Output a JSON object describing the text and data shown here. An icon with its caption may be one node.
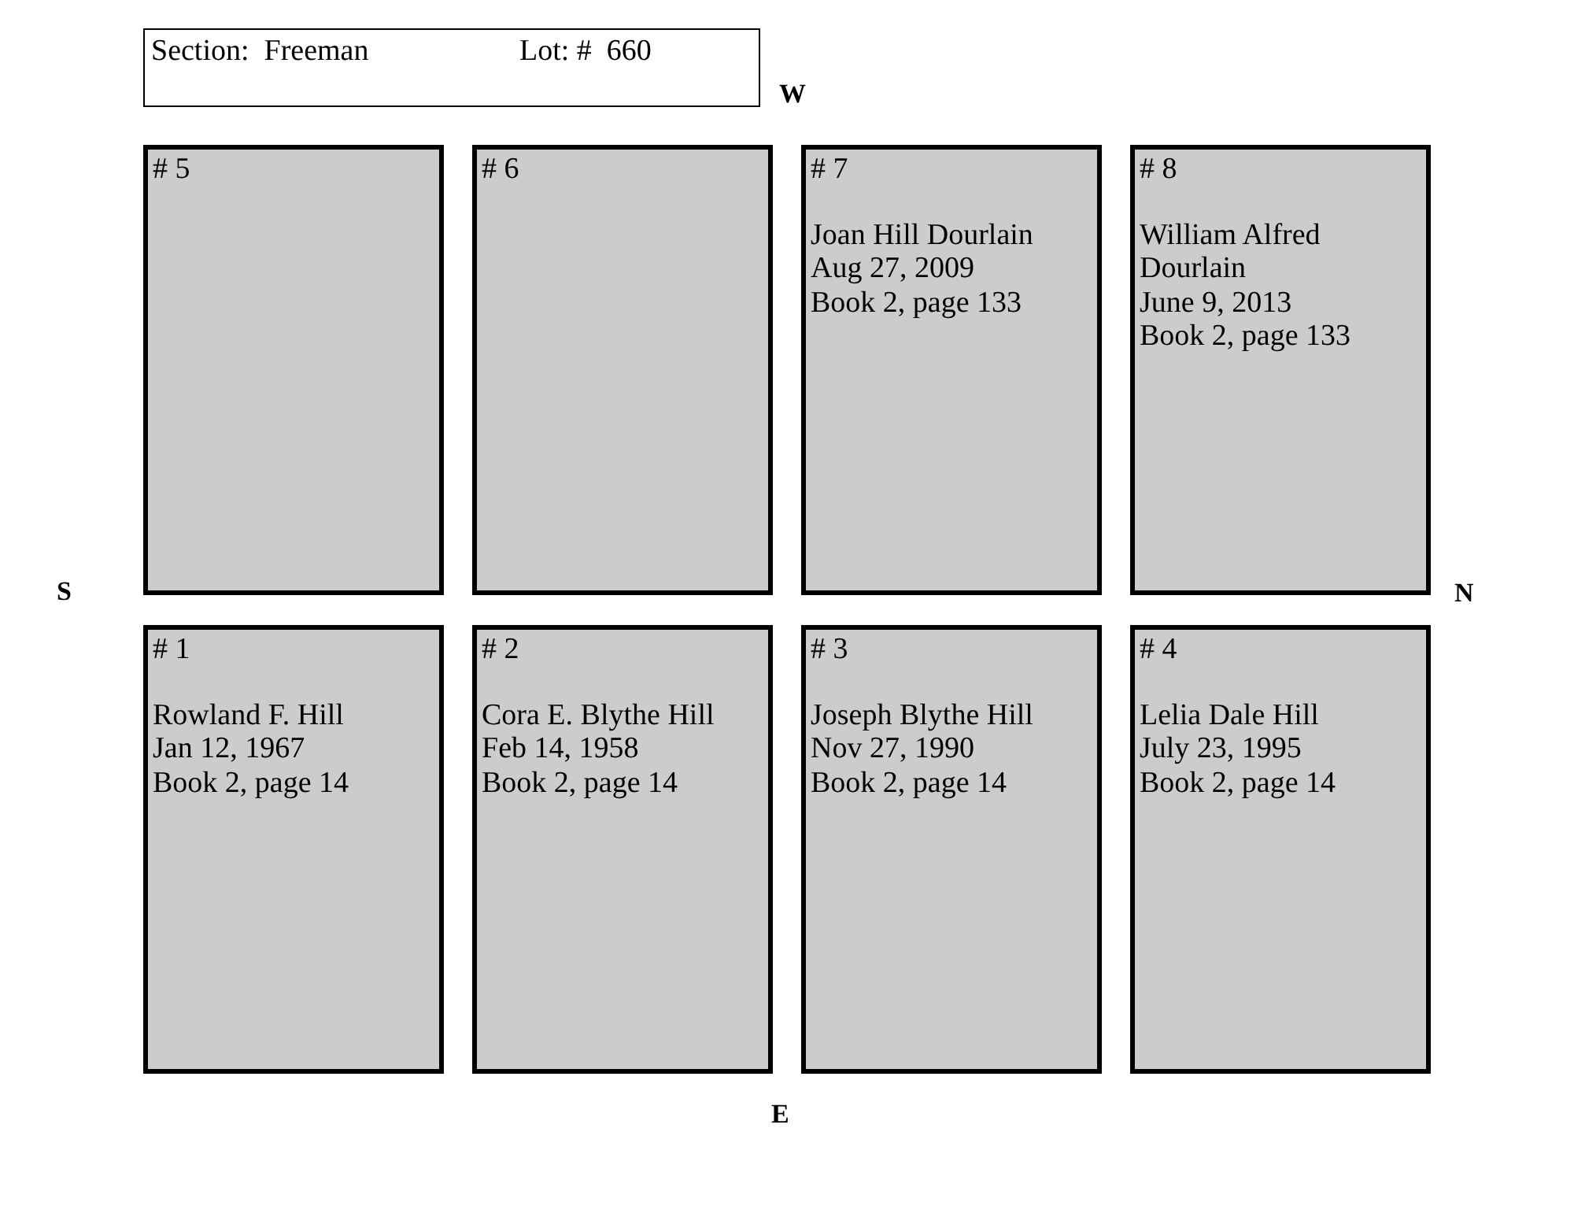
{
  "diagram": {
    "nodes": [
      {
        "text": [
          "Section:  Freeman",
          "Lot: #  660"
        ]
      },
      {
        "text": [
          "# 5"
        ]
      },
      {
        "text": [
          "# 6"
        ]
      },
      {
        "text": [
          "# 7",
          "Joan Hill Dourlain",
          "Aug 27, 2009",
          "Book 2, page 133"
        ]
      },
      {
        "text": [
          "# 8",
          "William Alfred Dourlain",
          "June 9, 2013",
          "Book 2, page 133"
        ]
      },
      {
        "text": [
          "# 1",
          "Rowland F. Hill",
          "Jan 12, 1967",
          "Book 2, page 14"
        ]
      },
      {
        "text": [
          "# 2",
          "Cora E. Blythe Hill",
          "Feb 14, 1958",
          "Book 2, page 14"
        ]
      },
      {
        "text": [
          "# 3",
          "Joseph Blythe Hill",
          "Nov 27, 1990",
          "Book 2, page 14"
        ]
      },
      {
        "text": [
          "# 4",
          "Lelia Dale Hill",
          "July 23, 1995",
          "Book 2, page 14"
        ]
      }
    ],
    "labels": [
      "W",
      "S",
      "N",
      "E"
    ]
  }
}
